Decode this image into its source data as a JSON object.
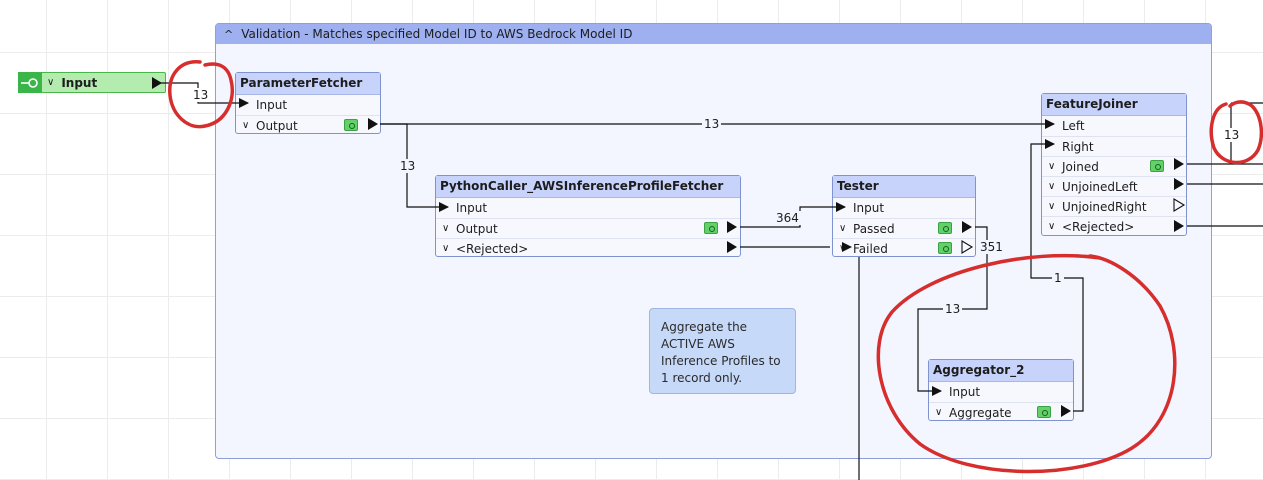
{
  "bookmark": {
    "collapse_glyph": "^",
    "title": "Validation - Matches specified Model ID to AWS Bedrock Model ID"
  },
  "creator": {
    "label": "Input",
    "icon": "creator-icon"
  },
  "nodes": {
    "parameter_fetcher": {
      "title": "ParameterFetcher",
      "input": "Input",
      "output": "Output"
    },
    "python_caller": {
      "title": "PythonCaller_AWSInferenceProfileFetcher",
      "input": "Input",
      "output": "Output",
      "rejected": "<Rejected>"
    },
    "tester": {
      "title": "Tester",
      "input": "Input",
      "passed": "Passed",
      "failed": "Failed"
    },
    "feature_joiner": {
      "title": "FeatureJoiner",
      "left": "Left",
      "right": "Right",
      "joined": "Joined",
      "unjoined_left": "UnjoinedLeft",
      "unjoined_right": "UnjoinedRight",
      "rejected": "<Rejected>"
    },
    "aggregator": {
      "title": "Aggregator_2",
      "input": "Input",
      "aggregate": "Aggregate"
    }
  },
  "counts": {
    "input_to_parameter_fetcher": "13",
    "output_to_left": "13",
    "output_to_python": "13",
    "python_to_tester": "364",
    "tester_failed": "351",
    "passed_to_aggregator": "13",
    "aggregate_to_right": "1",
    "joined_out": "13"
  },
  "annotation": {
    "text": "Aggregate the ACTIVE AWS Inference Profiles to 1 record only."
  },
  "colors": {
    "bookmark_header": "#9eb0ef",
    "node_header": "#c7d3fb",
    "creator": "#b4ecb0",
    "markup": "#d62d2d"
  }
}
